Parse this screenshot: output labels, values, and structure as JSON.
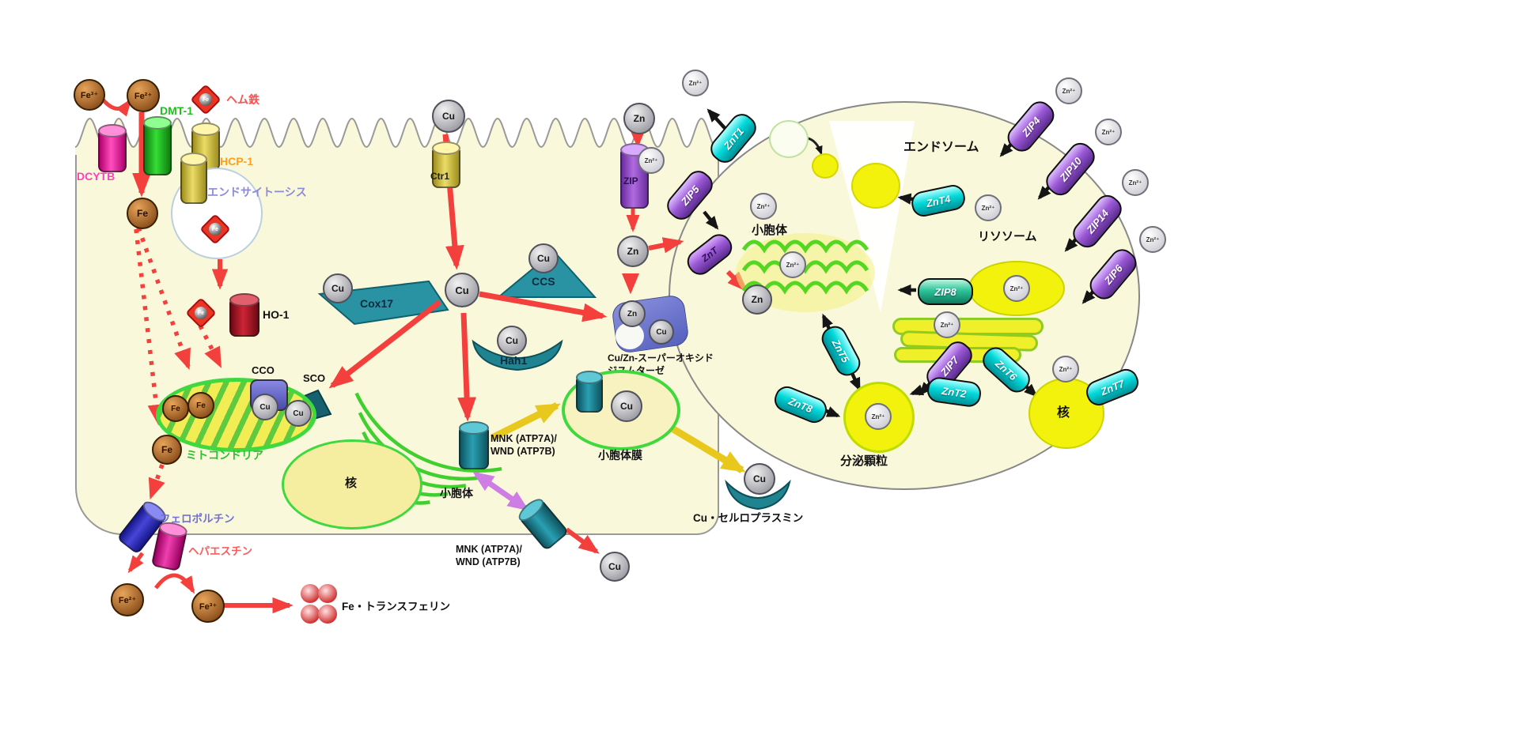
{
  "ions": {
    "fe": "Fe",
    "fe2": "Fe²⁺",
    "fe3": "Fe³⁺",
    "cu": "Cu",
    "zn": "Zn",
    "zn2": "Zn²⁺"
  },
  "left": {
    "labels": {
      "dcytb": "DCYTB",
      "dmt1": "DMT-1",
      "hcp1": "HCP-1",
      "heme": "ヘム鉄",
      "endocytosis": "エンドサイトーシス",
      "ho1": "HO-1",
      "cco": "CCO",
      "sco": "SCO",
      "mitochondria": "ミトコンドリア",
      "nucleus": "核",
      "er": "小胞体",
      "er_membrane": "小胞体膜",
      "ctr1": "Ctr1",
      "cox17": "Cox17",
      "ccs": "CCS",
      "hah1": "Hah1",
      "zip": "ZIP",
      "znt": "ZnT",
      "sod_line1": "Cu/Zn-スーパーオキシド",
      "sod_line2": "ジスムターゼ",
      "mnk_line1": "MNK (ATP7A)/",
      "mnk_line2": "WND (ATP7B)",
      "ferroportin": "フェロポルチン",
      "hephaestin": "ヘパエスチン",
      "transferrin": "Fe・トランスフェリン",
      "ceruloplasmin": "Cu・セルロプラスミン"
    }
  },
  "right": {
    "organelles": {
      "endosome": "エンドソーム",
      "lysosome": "リソソーム",
      "er": "小胞体",
      "granule": "分泌顆粒",
      "nucleus": "核"
    },
    "transporters": {
      "znt1": "ZnT1",
      "znt2": "ZnT2",
      "znt4": "ZnT4",
      "znt5": "ZnT5",
      "znt6": "ZnT6",
      "znt7": "ZnT7",
      "znt8": "ZnT8",
      "zip4": "ZIP4",
      "zip5": "ZIP5",
      "zip6": "ZIP6",
      "zip7": "ZIP7",
      "zip8": "ZIP8",
      "zip10": "ZIP10",
      "zip14": "ZIP14"
    }
  },
  "colors": {
    "cell_fill": "#FAF8DA",
    "arrow_red": "#F3403C",
    "arrow_yellow": "#E8C81C",
    "arrow_purple": "#CD7DE3",
    "znt_cyan": "#00D9D9",
    "zip_purple": "#9B59D6",
    "organelle_yellow": "#F2F20C",
    "mito_green": "#3FD83F"
  }
}
